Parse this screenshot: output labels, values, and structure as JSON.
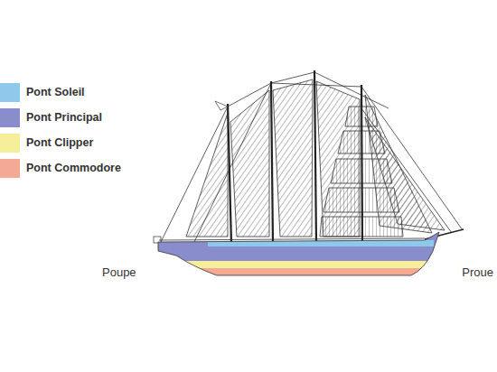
{
  "diagram": {
    "labels": [
      "Poupe",
      "Proue"
    ],
    "legend": [
      {
        "text": "Pont Soleil",
        "color": "#8ec9ec"
      },
      {
        "text": "Pont Principal",
        "color": "#8a8dcc"
      },
      {
        "text": "Pont Clipper",
        "color": "#f5ef9a"
      },
      {
        "text": "Pont Commodore",
        "color": "#f4a994"
      }
    ]
  }
}
